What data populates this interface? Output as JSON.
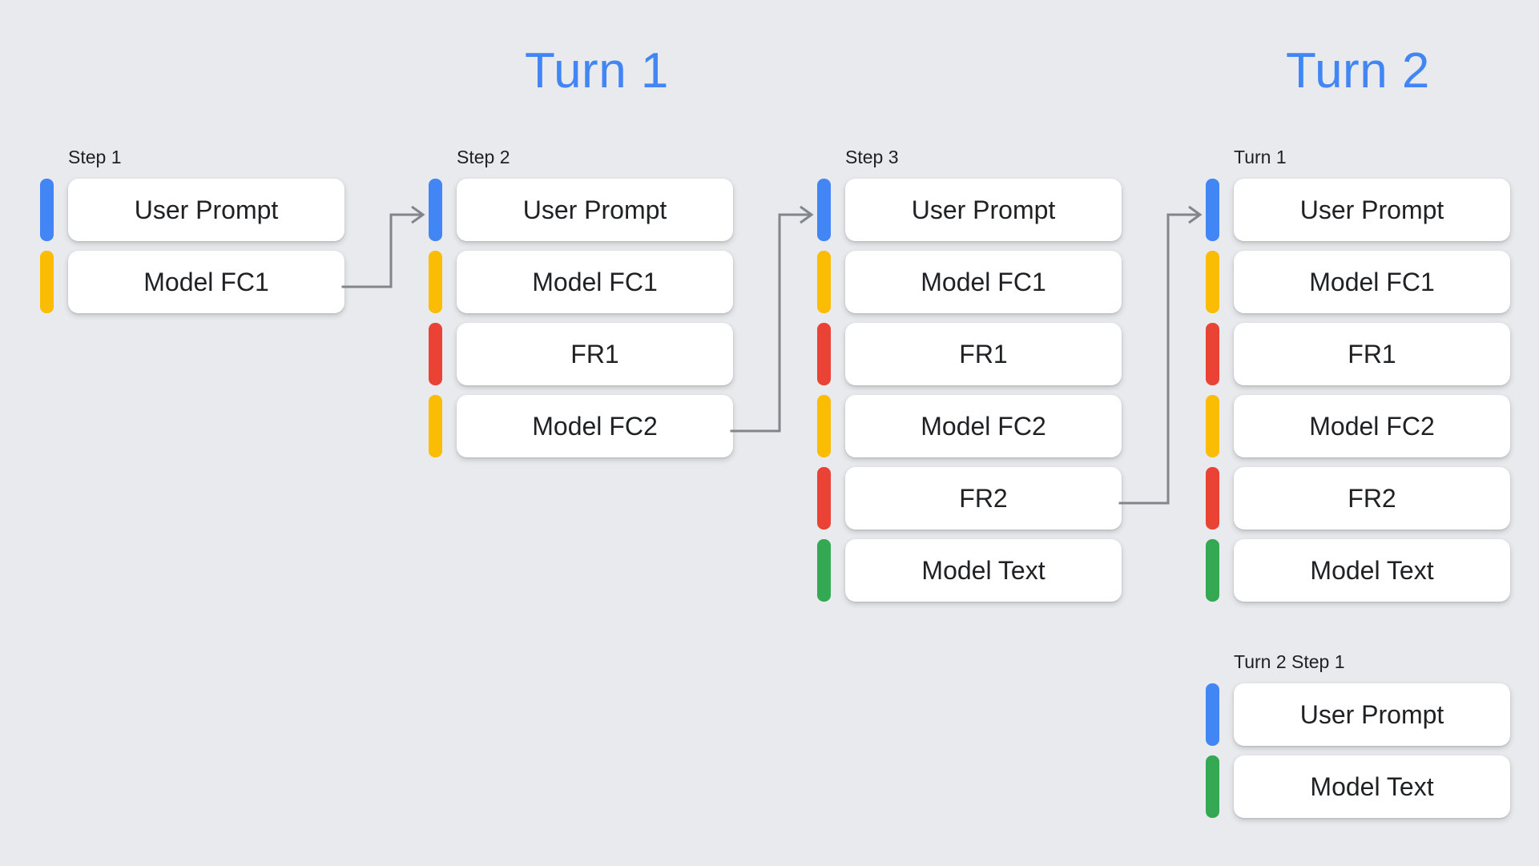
{
  "background_color": "#e8eaed",
  "palette": {
    "blue": "#4285f4",
    "yellow": "#fbbc04",
    "red": "#ea4335",
    "green": "#34a853",
    "title_blue": "#4285f4",
    "card_background": "#ffffff",
    "text": "#202124",
    "connector": "#80868b"
  },
  "titles": {
    "turn1": "Turn 1",
    "turn2": "Turn 2"
  },
  "groups": [
    {
      "id": "step-1",
      "label": "Step 1",
      "rows": [
        {
          "label": "User Prompt",
          "color": "blue"
        },
        {
          "label": "Model FC1",
          "color": "yellow"
        }
      ]
    },
    {
      "id": "step-2",
      "label": "Step 2",
      "rows": [
        {
          "label": "User Prompt",
          "color": "blue"
        },
        {
          "label": "Model FC1",
          "color": "yellow"
        },
        {
          "label": "FR1",
          "color": "red"
        },
        {
          "label": "Model FC2",
          "color": "yellow"
        }
      ]
    },
    {
      "id": "step-3",
      "label": "Step 3",
      "rows": [
        {
          "label": "User Prompt",
          "color": "blue"
        },
        {
          "label": "Model FC1",
          "color": "yellow"
        },
        {
          "label": "FR1",
          "color": "red"
        },
        {
          "label": "Model FC2",
          "color": "yellow"
        },
        {
          "label": "FR2",
          "color": "red"
        },
        {
          "label": "Model Text",
          "color": "green"
        }
      ]
    },
    {
      "id": "turn-1-summary",
      "label": "Turn 1",
      "rows": [
        {
          "label": "User Prompt",
          "color": "blue"
        },
        {
          "label": "Model FC1",
          "color": "yellow"
        },
        {
          "label": "FR1",
          "color": "red"
        },
        {
          "label": "Model FC2",
          "color": "yellow"
        },
        {
          "label": "FR2",
          "color": "red"
        },
        {
          "label": "Model Text",
          "color": "green"
        }
      ]
    },
    {
      "id": "turn-2-step-1",
      "label": "Turn 2 Step 1",
      "rows": [
        {
          "label": "User Prompt",
          "color": "blue"
        },
        {
          "label": "Model Text",
          "color": "green"
        }
      ]
    }
  ],
  "connectors": [
    {
      "id": "connector-step1-to-step2",
      "from_group": "step-1",
      "from_row": 1,
      "to_group": "step-2",
      "to_row": 0
    },
    {
      "id": "connector-step2-to-step3",
      "from_group": "step-2",
      "from_row": 3,
      "to_group": "step-3",
      "to_row": 0
    },
    {
      "id": "connector-step3-to-turn1",
      "from_group": "step-3",
      "from_row": 4,
      "to_group": "turn-1-summary",
      "to_row": 0
    }
  ]
}
